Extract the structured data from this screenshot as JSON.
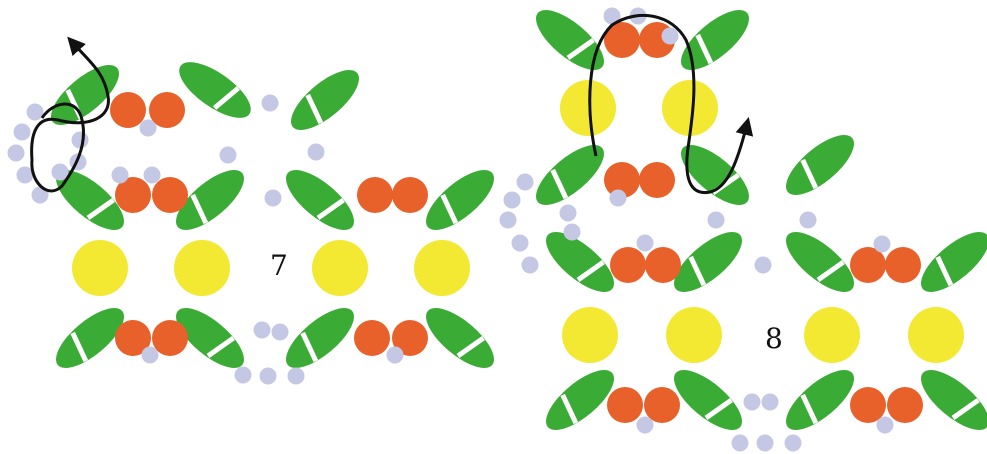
{
  "figure": {
    "step_labels": [
      "7",
      "8"
    ]
  },
  "palette": {
    "background": "#ffffff",
    "petal_green": "#3aab35",
    "petal_stripe": "#ffffff",
    "round_orange": "#e8602a",
    "large_yellow": "#f3e933",
    "seed_bead": "#c5c8e4",
    "thread_path": "#111111"
  },
  "legend": [],
  "bead_types": [
    "green-petal-bead",
    "orange-round-bead",
    "yellow-large-bead",
    "seed-bead"
  ]
}
